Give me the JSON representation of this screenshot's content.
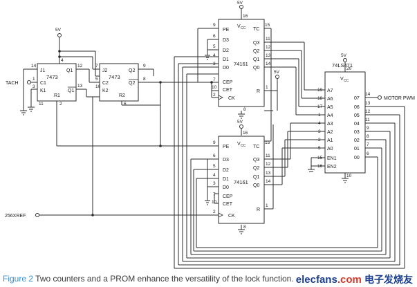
{
  "inputs": {
    "tach": "TACH",
    "ref": "256XREF"
  },
  "output": "MOTOR PWM",
  "supply": {
    "label": "5V"
  },
  "chips": {
    "ff1": {
      "part": "7473"
    },
    "ff2": {
      "part": "7473"
    },
    "c1": {
      "part": "74161"
    },
    "c2": {
      "part": "74161"
    },
    "prom": {
      "part": "74LS471"
    }
  },
  "caption": {
    "figure": "Figure 2",
    "text": "Two counters and a PROM enhance the versatility of the lock function."
  },
  "logo": {
    "brand": "elecfans",
    "domain": ".com",
    "cn": "电子发烧友"
  }
}
